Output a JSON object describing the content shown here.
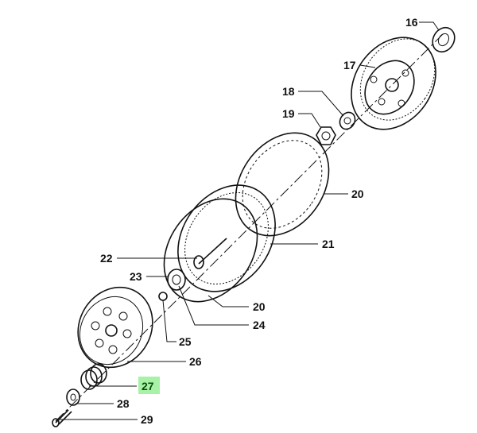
{
  "diagram": {
    "highlight_color": "#a8f2a8",
    "highlight_text_color": "#0b4d0b",
    "callouts": [
      {
        "id": "c16",
        "label": "16"
      },
      {
        "id": "c17",
        "label": "17"
      },
      {
        "id": "c18",
        "label": "18"
      },
      {
        "id": "c19",
        "label": "19"
      },
      {
        "id": "c20a",
        "label": "20"
      },
      {
        "id": "c21",
        "label": "21"
      },
      {
        "id": "c22",
        "label": "22"
      },
      {
        "id": "c23",
        "label": "23"
      },
      {
        "id": "c20b",
        "label": "20"
      },
      {
        "id": "c24",
        "label": "24"
      },
      {
        "id": "c25",
        "label": "25"
      },
      {
        "id": "c26",
        "label": "26"
      },
      {
        "id": "c27",
        "label": "27",
        "highlighted": true
      },
      {
        "id": "c28",
        "label": "28"
      },
      {
        "id": "c29",
        "label": "29"
      }
    ]
  }
}
